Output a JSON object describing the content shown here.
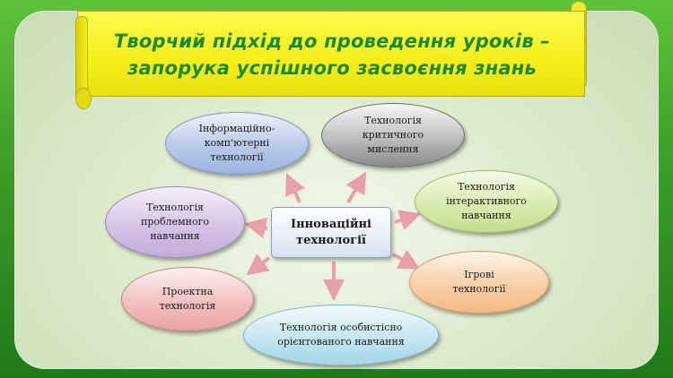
{
  "title": {
    "line1": "Творчий підхід до проведення уроків –",
    "line2": "запорука успішного засвоєння знань"
  },
  "center": {
    "line1": "Інноваційні",
    "line2": "технології"
  },
  "nodes": {
    "info": [
      "Інформаційно-",
      "комп'ютерні",
      "технології"
    ],
    "crit": [
      "Технологія",
      "критичного",
      "мислення"
    ],
    "inter": [
      "Технологія",
      "інтерактивного",
      "навчання"
    ],
    "prob": [
      "Технологія",
      "проблемного",
      "навчання"
    ],
    "game": [
      "Ігрові",
      "технології"
    ],
    "proj": [
      "Проектна",
      "технологія"
    ],
    "pers": [
      "Технологія особистісно",
      "орієнтованого навчання"
    ]
  },
  "colors": {
    "title_text": "#1c8a2a",
    "banner": "#f6ee1a",
    "arrow": "#e8a0a8",
    "background": "#3fa02a"
  }
}
